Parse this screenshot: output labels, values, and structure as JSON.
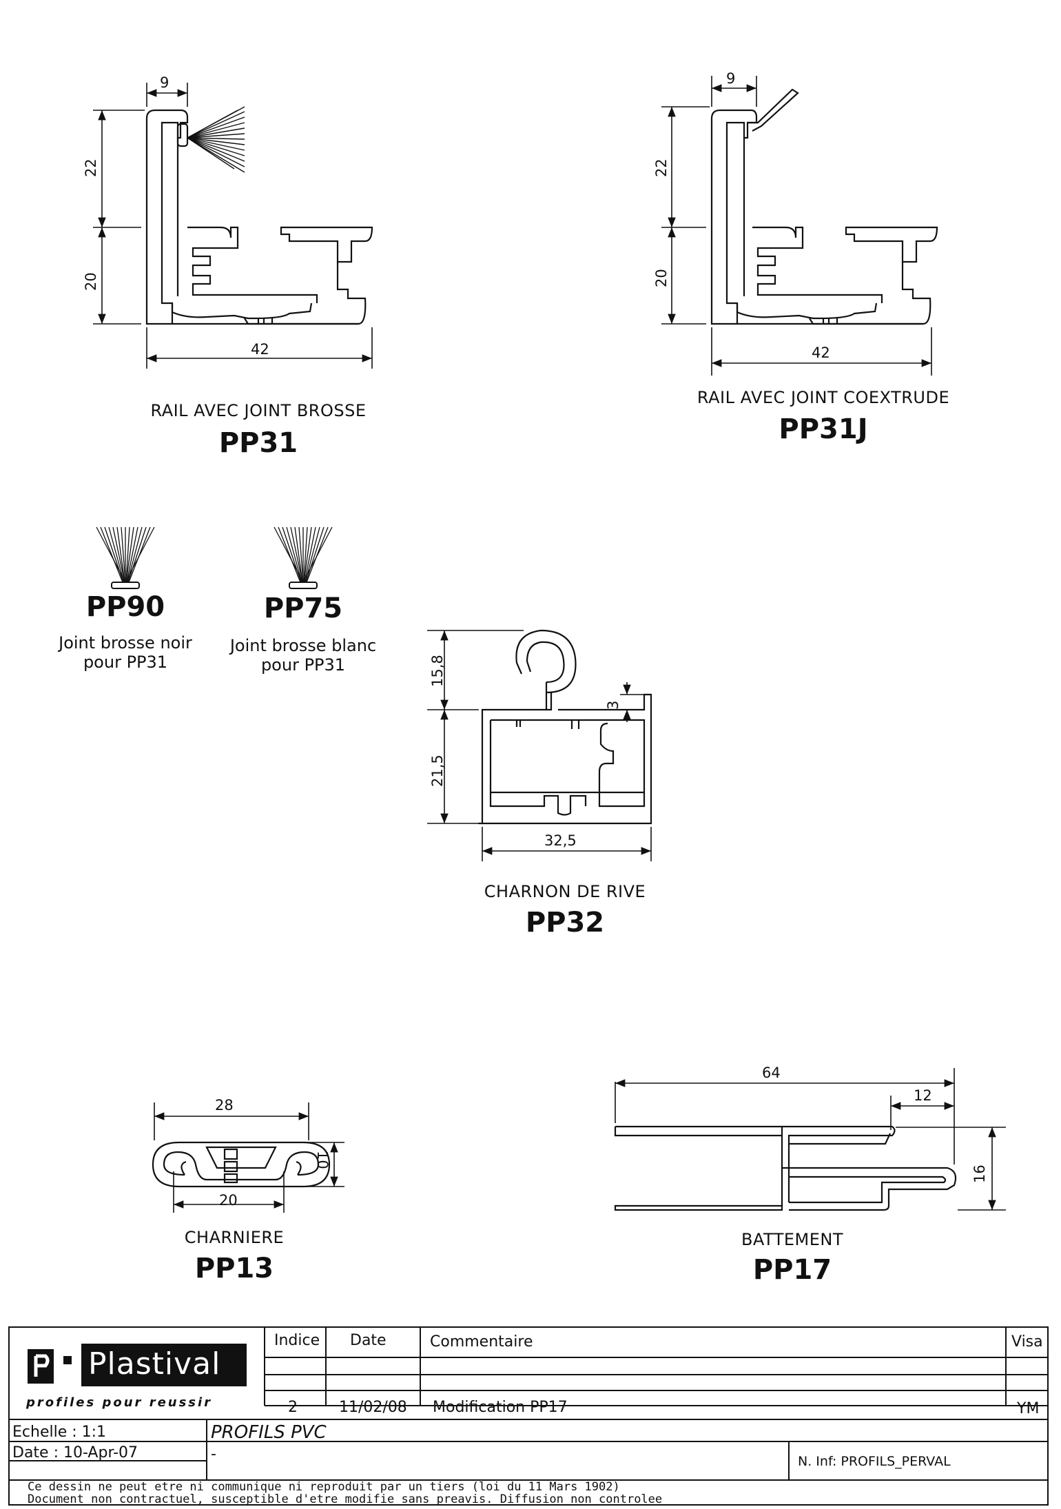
{
  "profiles": {
    "pp31": {
      "caption": "RAIL AVEC JOINT BROSSE",
      "code": "PP31",
      "dims": {
        "top": "9",
        "upper": "22",
        "lower": "20",
        "width": "42"
      }
    },
    "pp31j": {
      "caption": "RAIL AVEC JOINT COEXTRUDE",
      "code": "PP31J",
      "dims": {
        "top": "9",
        "upper": "22",
        "lower": "20",
        "width": "42"
      }
    },
    "pp90": {
      "code": "PP90",
      "desc_line1": "Joint brosse noir",
      "desc_line2": "pour PP31"
    },
    "pp75": {
      "code": "PP75",
      "desc_line1": "Joint brosse blanc",
      "desc_line2": "pour PP31"
    },
    "pp32": {
      "caption": "CHARNON DE RIVE",
      "code": "PP32",
      "dims": {
        "upper": "15,8",
        "lower": "21,5",
        "lip": "3",
        "width": "32,5"
      }
    },
    "pp13": {
      "caption": "CHARNIERE",
      "code": "PP13",
      "dims": {
        "outer": "28",
        "inner": "20",
        "height": "10"
      }
    },
    "pp17": {
      "caption": "BATTEMENT",
      "code": "PP17",
      "dims": {
        "overall": "64",
        "step": "12",
        "height": "16"
      }
    }
  },
  "title_block": {
    "logo": "Plastival",
    "tagline": "profiles pour reussir",
    "headers": {
      "indice": "Indice",
      "date": "Date",
      "commentaire": "Commentaire",
      "visa": "Visa"
    },
    "revision": {
      "indice": "2",
      "date": "11/02/08",
      "comment": "Modification PP17",
      "visa": "YM"
    },
    "scale": "Echelle  :  1:1",
    "date_line": "Date  :  10-Apr-07",
    "title": "PROFILS PVC",
    "dash": "-",
    "ref": "N. Inf: PROFILS_PERVAL",
    "notice_1": "Ce  dessin  ne  peut  etre  ni  communique  ni  reproduit  par  un  tiers  (loi  du  11  Mars  1902)",
    "notice_2": "Document  non  contractuel,  susceptible  d'etre  modifie  sans  preavis.  Diffusion  non  controlee"
  }
}
